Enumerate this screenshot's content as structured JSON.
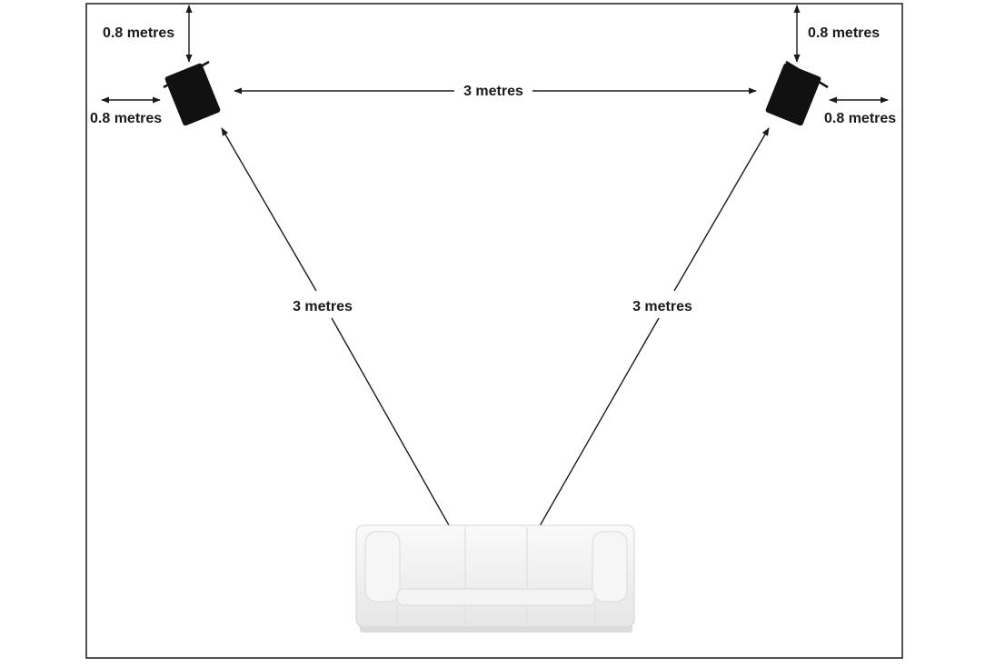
{
  "labels": {
    "top_left_vertical": "0.8 metres",
    "top_left_horizontal": "0.8 metres",
    "top_right_vertical": "0.8 metres",
    "top_right_horizontal": "0.8 metres",
    "between_speakers": "3 metres",
    "left_to_sofa": "3 metres",
    "right_to_sofa": "3 metres"
  },
  "colors": {
    "line": "#1a1a1a",
    "speaker": "#111111",
    "sofa": "#f2f2f2",
    "sofa_shadow": "#d9d9d9"
  }
}
